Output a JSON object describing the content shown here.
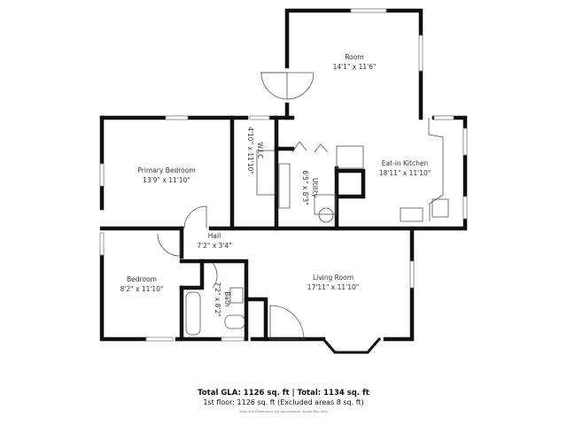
{
  "rooms": {
    "room": {
      "name": "Room",
      "dims": "14'1\" x 11'6\""
    },
    "primary_bedroom": {
      "name": "Primary Bedroom",
      "dims": "13'9\" x 11'10\""
    },
    "wic": {
      "name": "W.I.C",
      "dims": "4'10\" x 11'10\""
    },
    "utility": {
      "name": "Utility",
      "dims": "6'5\" x 8'3\""
    },
    "kitchen": {
      "name": "Eat-in Kitchen",
      "dims": "18'11\" x 11'10\""
    },
    "hall": {
      "name": "Hall",
      "dims": "7'2\" x 3'4\""
    },
    "bedroom": {
      "name": "Bedroom",
      "dims": "8'2\" x 11'10\""
    },
    "bath": {
      "name": "Bath",
      "dims": "7'2\" x 8'2\""
    },
    "living_room": {
      "name": "Living Room",
      "dims": "17'11\" x 11'10\""
    }
  },
  "footer": {
    "totals": "Total GLA: 1126 sq. ft | Total: 1134 sq. ft",
    "floor": "1st floor: 1126 sq. ft (Excluded areas 8 sq. ft)",
    "disclaimer": "Sizes And Dimensions Are Approximate. Actual May Vary."
  }
}
